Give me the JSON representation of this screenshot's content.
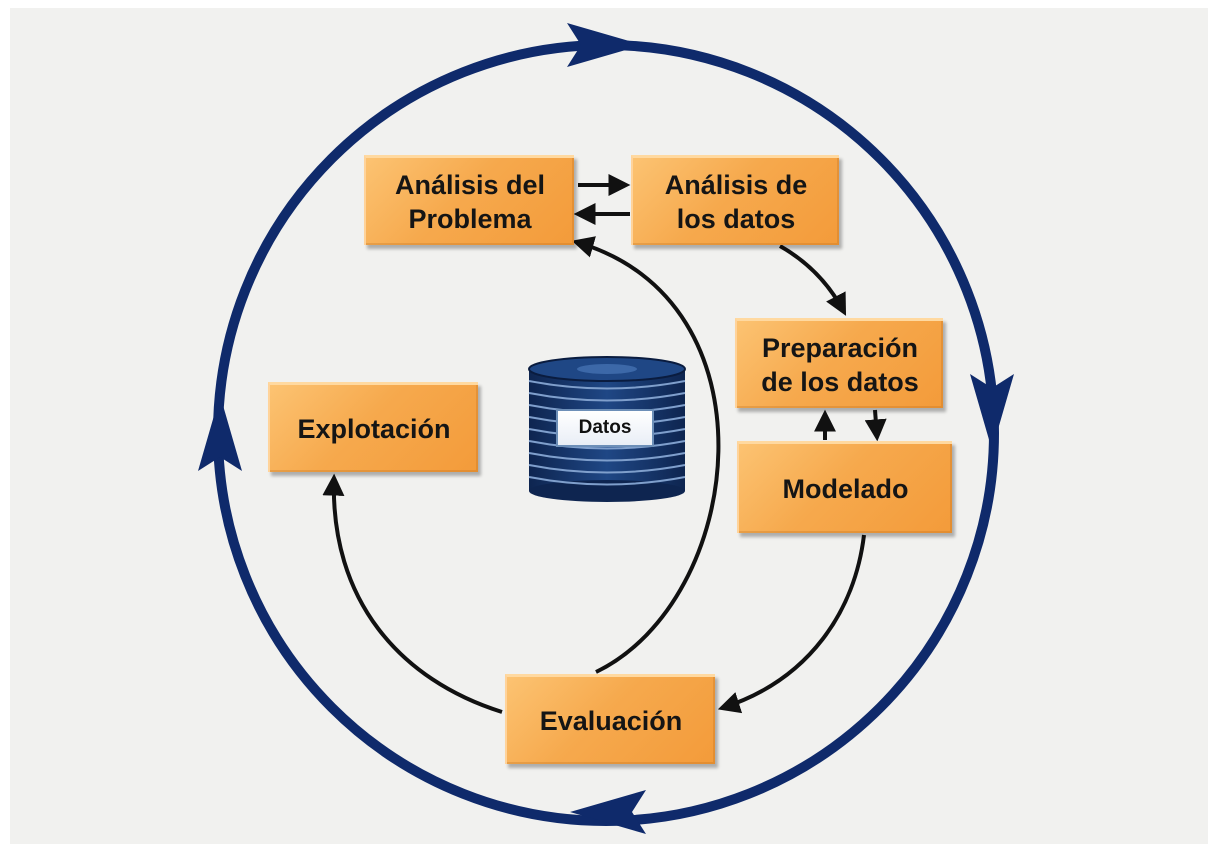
{
  "diagram": {
    "boxes": {
      "analisis_problema": "Análisis del\nProblema",
      "analisis_datos": "Análisis de\nlos datos",
      "preparacion": "Preparación\nde los datos",
      "modelado": "Modelado",
      "explotacion": "Explotación",
      "evaluacion": "Evaluación"
    },
    "database_label": "Datos",
    "colors": {
      "cycle_ring": "#0f2a6b",
      "box_fill": "#f6a94d",
      "database": "#15305f",
      "inner_arrows": "#111111",
      "background": "#f1f1ef"
    }
  }
}
